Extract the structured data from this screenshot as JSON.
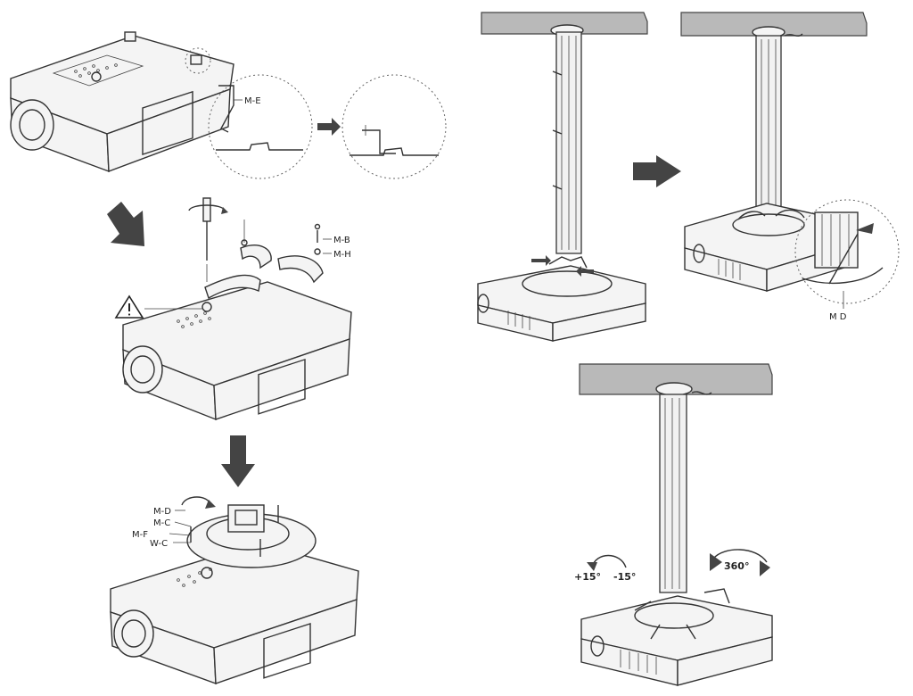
{
  "labels": {
    "me": "M-E",
    "mb": "M-B",
    "mh": "M-H",
    "md_step3": "M-D",
    "mc": "M-C",
    "mf": "M-F",
    "wc": "W-C",
    "md_step5": "M D",
    "tilt_plus": "+15°",
    "tilt_minus": "-15°",
    "rotate": "360°"
  },
  "icons": {
    "warning": "warning-triangle-icon",
    "step_arrow": "step-arrow-icon",
    "rotate": "rotate-arrow-icon"
  },
  "colors": {
    "ceiling": "#b9b9b9",
    "arrow": "#444444",
    "line": "#333333"
  }
}
